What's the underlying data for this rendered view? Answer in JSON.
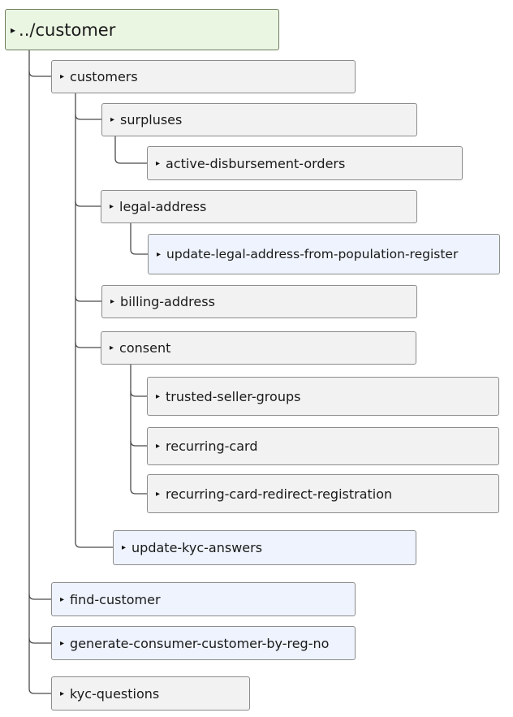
{
  "root": {
    "label": "../customer"
  },
  "nodes": {
    "customers": "customers",
    "surpluses": "surpluses",
    "active_disbursement_orders": "active-disbursement-orders",
    "legal_address": "legal-address",
    "update_legal_address": "update-legal-address-from-population-register",
    "billing_address": "billing-address",
    "consent": "consent",
    "trusted_seller_groups": "trusted-seller-groups",
    "recurring_card": "recurring-card",
    "recurring_card_redirect": "recurring-card-redirect-registration",
    "update_kyc_answers": "update-kyc-answers",
    "find_customer": "find-customer",
    "generate_consumer_customer": "generate-consumer-customer-by-reg-no",
    "kyc_questions": "kyc-questions"
  },
  "expand_glyph": "▸",
  "colors": {
    "root_fill": "#eaf5e2",
    "folder_fill": "#f2f2f2",
    "leaf_fill": "#eef3fd",
    "connector": "#4a4a4a",
    "border": "#8c8c8c"
  }
}
